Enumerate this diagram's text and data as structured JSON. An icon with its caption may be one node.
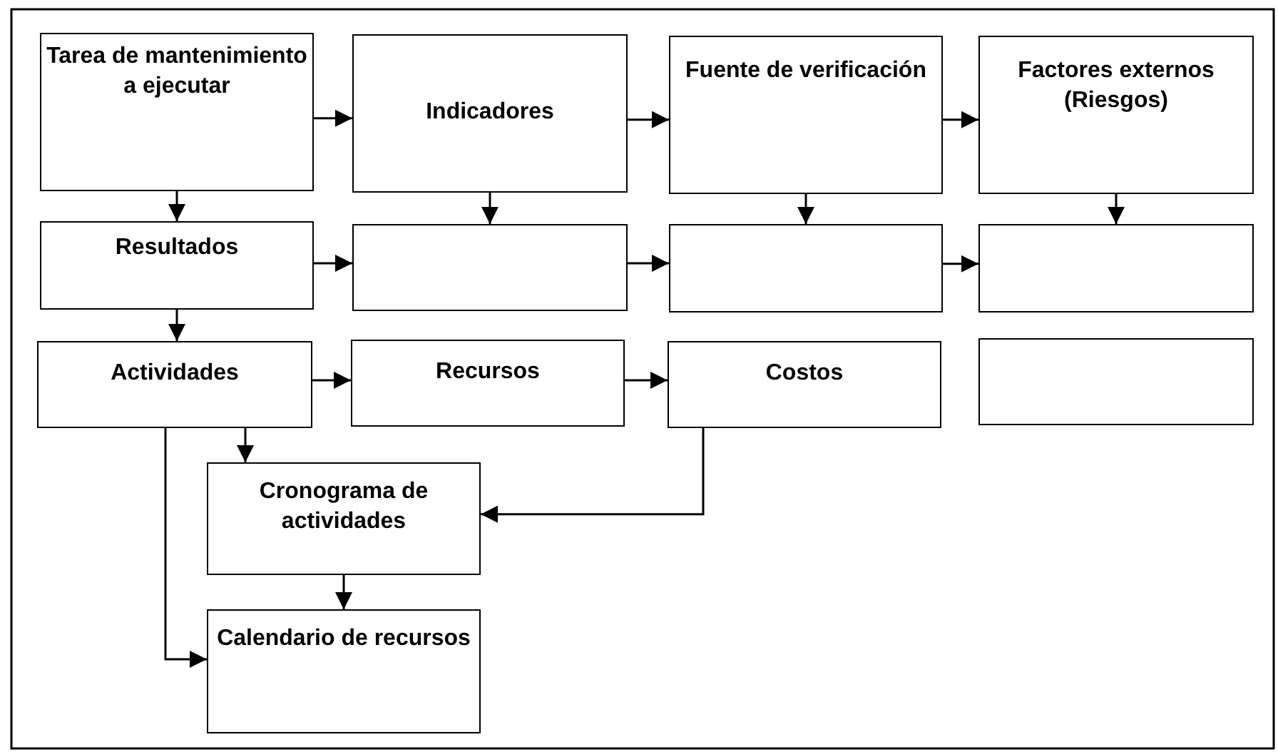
{
  "diagram": {
    "nodes": [
      {
        "text": [
          "Tarea de mantenimiento a ejecutar"
        ]
      },
      {
        "text": [
          "Indicadores"
        ]
      },
      {
        "text": [
          "Fuente de verificación"
        ]
      },
      {
        "text": [
          "Factores externos (Riesgos)"
        ]
      },
      {
        "text": [
          "Resultados"
        ]
      },
      {
        "text": [],
        "shape": "box"
      },
      {
        "text": [],
        "shape": "box"
      },
      {
        "text": [],
        "shape": "box"
      },
      {
        "text": [
          "Actividades"
        ]
      },
      {
        "text": [
          "Recursos"
        ]
      },
      {
        "text": [
          "Costos"
        ]
      },
      {
        "text": [],
        "shape": "box"
      },
      {
        "text": [
          "Cronograma de actividades"
        ]
      },
      {
        "text": [
          "Calendario de recursos"
        ]
      }
    ],
    "edges": [
      {
        "from": 0,
        "to": 1,
        "arrow": "to"
      },
      {
        "from": 1,
        "to": 2,
        "arrow": "to"
      },
      {
        "from": 2,
        "to": 3,
        "arrow": "to"
      },
      {
        "from": 0,
        "to": 4,
        "arrow": "to"
      },
      {
        "from": 1,
        "to": 5,
        "arrow": "to"
      },
      {
        "from": 2,
        "to": 6,
        "arrow": "to"
      },
      {
        "from": 3,
        "to": 7,
        "arrow": "to"
      },
      {
        "from": 4,
        "to": 5,
        "arrow": "to"
      },
      {
        "from": 5,
        "to": 6,
        "arrow": "to"
      },
      {
        "from": 6,
        "to": 7,
        "arrow": "to"
      },
      {
        "from": 4,
        "to": 8,
        "arrow": "to"
      },
      {
        "from": 8,
        "to": 9,
        "arrow": "to"
      },
      {
        "from": 9,
        "to": 10,
        "arrow": "to"
      },
      {
        "from": 8,
        "to": 12,
        "arrow": "to"
      },
      {
        "from": 10,
        "to": 12,
        "arrow": "to"
      },
      {
        "from": 12,
        "to": 13,
        "arrow": "to"
      },
      {
        "from": 8,
        "to": 13,
        "arrow": "to"
      }
    ]
  }
}
